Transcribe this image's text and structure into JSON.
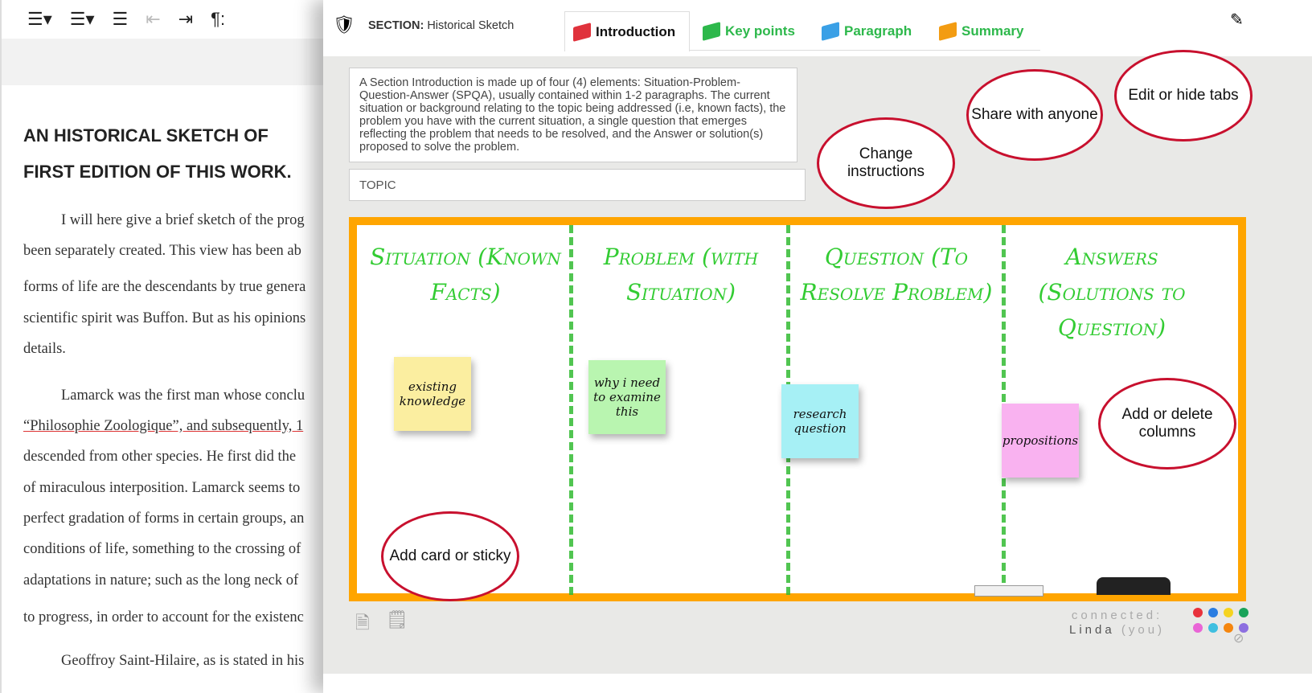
{
  "toolbar": {
    "icons": [
      "numbered-list",
      "bulleted-list",
      "checklist",
      "outdent",
      "indent",
      "paragraph-marks"
    ]
  },
  "document": {
    "heading1": "AN HISTORICAL SKETCH OF",
    "heading2": "FIRST EDITION OF THIS WORK.",
    "lines": [
      "I will here give a brief sketch of the prog",
      "been separately created. This view has been ab",
      "forms of life are the descendants by true genera",
      "scientific spirit was Buffon. But as his opinions",
      "details.",
      "Lamarck was the first man whose conclu",
      "“Philosophie Zoologique”, and subsequently, 1",
      "descended from other species. He first did the",
      "of miraculous interposition. Lamarck seems to",
      "perfect gradation of forms in certain groups, an",
      "conditions of life, something to the crossing of",
      "adaptations in nature; such as the long neck of",
      "to progress, in order to account for the existenc",
      "Geoffroy Saint-Hilaire, as is stated in his"
    ]
  },
  "header": {
    "section_label": "SECTION:",
    "section_name": "Historical Sketch"
  },
  "tabs": [
    {
      "label": "Introduction",
      "color": "#e0323c"
    },
    {
      "label": "Key points",
      "color": "#2db84b"
    },
    {
      "label": "Paragraph",
      "color": "#3aa0e6"
    },
    {
      "label": "Summary",
      "color": "#f39c12"
    }
  ],
  "instructions": "A Section Introduction is made up of four (4) elements: Situation-Problem-Question-Answer (SPQA), usually contained within 1-2 paragraphs. The current situation or background relating to the topic being addressed (i.e, known facts), the problem you have with the current situation, a single question that emerges reflecting the problem that needs to be resolved, and the Answer or solution(s) proposed to solve the problem.",
  "topic_placeholder": "TOPIC",
  "columns": [
    "Situation (Known Facts)",
    "Problem (with Situation)",
    "Question (To Resolve Problem)",
    "Answers (Solutions to Question)"
  ],
  "stickies": [
    {
      "text": "existing knowledge",
      "color": "#fbeea0"
    },
    {
      "text": "why i need to examine this",
      "color": "#b9f5b0"
    },
    {
      "text": "research question",
      "color": "#a6f0f5"
    },
    {
      "text": "propositions",
      "color": "#f9b2f0"
    }
  ],
  "footer": {
    "connected_label": "connected:",
    "user": "Linda",
    "you": "(you)",
    "colors": [
      "#e8323c",
      "#2a7de1",
      "#f5d320",
      "#1aa35a",
      "#e965d6",
      "#3fbfe0",
      "#f5860e",
      "#8d6fe0"
    ]
  },
  "callouts": {
    "share": "Share with anyone",
    "change": "Change instructions",
    "edit": "Edit or hide tabs",
    "columns": "Add or delete columns",
    "card": "Add card or sticky"
  }
}
